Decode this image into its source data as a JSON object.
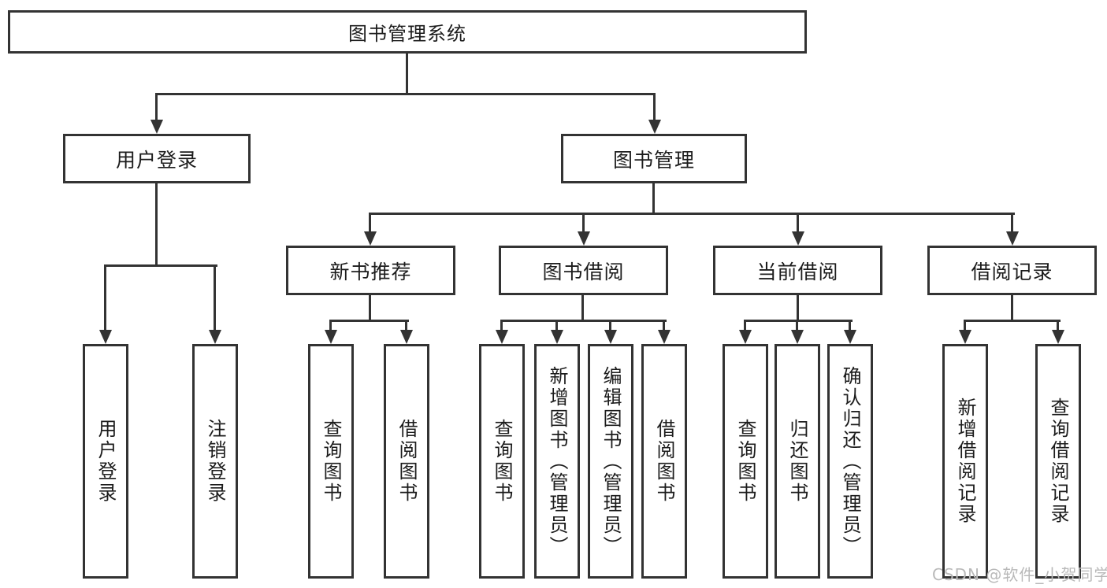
{
  "watermark": {
    "text": "CSDN @软件_小贺同学"
  },
  "colors": {
    "background": "#ffffff",
    "line": "#333333",
    "text": "#1c1c1c",
    "watermark": "#b9b9b9"
  },
  "diagram": {
    "type": "hierarchy-tree",
    "root": {
      "label": "图书管理系统"
    },
    "level2": [
      {
        "label": "用户登录",
        "leaves": [
          {
            "label": "用户登录"
          },
          {
            "label": "注销登录"
          }
        ]
      },
      {
        "label": "图书管理",
        "children": [
          {
            "label": "新书推荐",
            "leaves": [
              {
                "label": "查询图书"
              },
              {
                "label": "借阅图书"
              }
            ]
          },
          {
            "label": "图书借阅",
            "leaves": [
              {
                "label": "查询图书"
              },
              {
                "label": "新增图书（管理员）"
              },
              {
                "label": "编辑图书（管理员）"
              },
              {
                "label": "借阅图书"
              }
            ]
          },
          {
            "label": "当前借阅",
            "leaves": [
              {
                "label": "查询图书"
              },
              {
                "label": "归还图书"
              },
              {
                "label": "确认归还（管理员）"
              }
            ]
          },
          {
            "label": "借阅记录",
            "leaves": [
              {
                "label": "新增借阅记录"
              },
              {
                "label": "查询借阅记录"
              }
            ]
          }
        ]
      }
    ]
  }
}
